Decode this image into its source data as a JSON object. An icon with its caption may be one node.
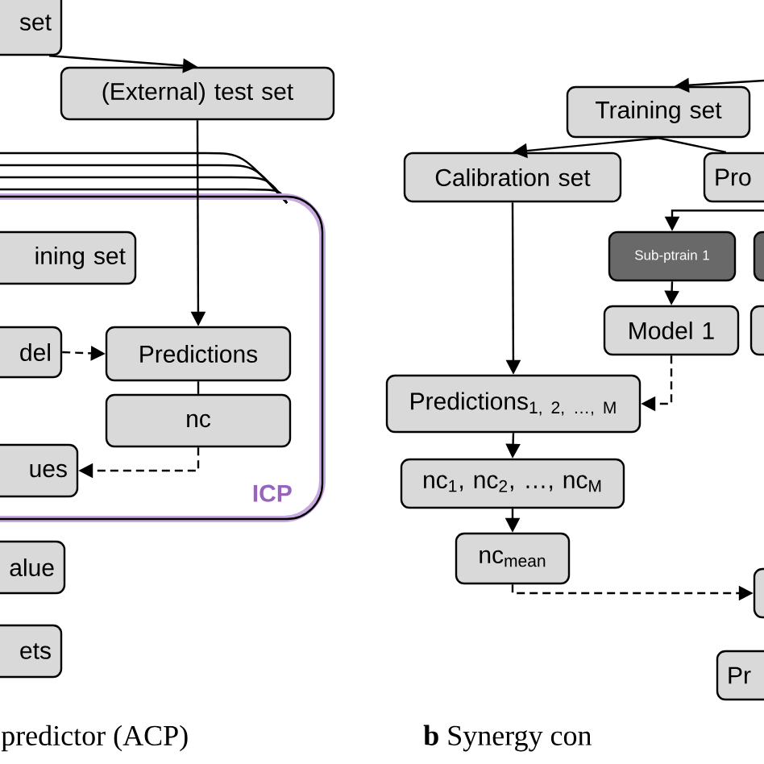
{
  "diagram": {
    "nodes": [
      {
        "text": [
          "set"
        ]
      },
      {
        "text": [
          "(External) test set"
        ]
      },
      {
        "text": [
          "ICP"
        ]
      },
      {
        "text": [
          "ining set"
        ],
        "in": 2
      },
      {
        "text": [
          "del"
        ],
        "in": 2
      },
      {
        "text": [
          "Predictions"
        ],
        "in": 2
      },
      {
        "text": [
          "nc"
        ],
        "in": 2
      },
      {
        "text": [
          "ues"
        ],
        "in": 2
      },
      {
        "text": [
          "alue"
        ]
      },
      {
        "text": [
          "ets"
        ]
      },
      {
        "text": [
          "Training set"
        ]
      },
      {
        "text": [
          "Calibration set"
        ]
      },
      {
        "text": [
          "Pro"
        ]
      },
      {
        "text": [
          "Sub-ptrain 1"
        ]
      },
      {
        "text": [],
        "shape": "box"
      },
      {
        "text": [
          "Model 1"
        ]
      },
      {
        "text": [],
        "shape": "box"
      },
      {
        "text": [
          "Predictions$_{1, 2, …, M}$"
        ]
      },
      {
        "text": [
          "nc$_{1}$, nc$_{2}$, …, nc$_{M}$"
        ]
      },
      {
        "text": [
          "nc$_{mean}$"
        ]
      },
      {
        "text": [],
        "shape": "box"
      },
      {
        "text": [
          "Pr"
        ]
      }
    ],
    "edges": [
      {
        "from": 0,
        "to": 1,
        "arrow": "to"
      },
      {
        "from": 1,
        "to": 5,
        "arrow": "to"
      },
      {
        "from": 4,
        "to": 5,
        "arrow": "to",
        "style": "dashed"
      },
      {
        "from": 5,
        "to": 6,
        "arrow": "none"
      },
      {
        "from": 6,
        "to": 7,
        "arrow": "to",
        "style": "dashed"
      },
      {
        "from": null,
        "to": 10,
        "arrow": "to"
      },
      {
        "from": 10,
        "to": 11,
        "arrow": "to"
      },
      {
        "from": 10,
        "to": 12,
        "arrow": "none"
      },
      {
        "from": 12,
        "to": 13,
        "arrow": "to"
      },
      {
        "from": 13,
        "to": 15,
        "arrow": "to"
      },
      {
        "from": 11,
        "to": 17,
        "arrow": "to"
      },
      {
        "from": 15,
        "to": 17,
        "arrow": "to",
        "style": "dashed"
      },
      {
        "from": 17,
        "to": 18,
        "arrow": "to"
      },
      {
        "from": 18,
        "to": 19,
        "arrow": "to"
      },
      {
        "from": 19,
        "to": 20,
        "arrow": "to",
        "style": "dashed"
      }
    ],
    "labels": [
      "predictor (ACP)",
      "**b** Synergy con"
    ]
  }
}
